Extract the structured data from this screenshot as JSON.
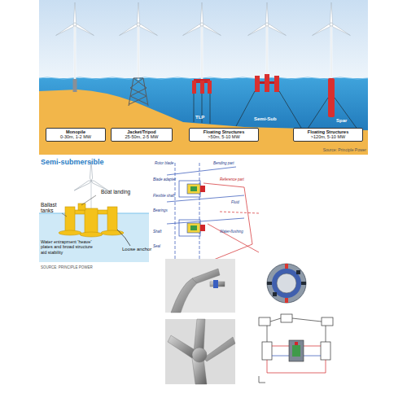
{
  "diagram": {
    "nodes": [
      {
        "text": [
          "Monopile",
          "0-30m, 1-2 MW"
        ]
      },
      {
        "text": [
          "Jacket/Tripod",
          "25-50m, 2-5 MW"
        ]
      },
      {
        "text": [
          "Floating Structures",
          ">50m, 5-10 MW"
        ]
      },
      {
        "text": [
          "Floating Structures",
          ">120m, 5-10 MW"
        ]
      }
    ],
    "edges": [],
    "labels": [
      "TLP",
      "Semi-Sub",
      "Spar",
      "Source: Principle Power",
      "Semi-submersible",
      "Boat landing",
      "Ballast tanks",
      "Water entrapment 'heave' plates and broad structure aid stability",
      "Loose anchor",
      "SOURCE: PRINCIPLE POWER",
      "Rotor blade",
      "Blade adapter",
      "Bending part",
      "Reference part",
      "Flexible shaft",
      "Bearings",
      "Fluid",
      "Shaft",
      "Water-flushing",
      "Seal"
    ]
  }
}
